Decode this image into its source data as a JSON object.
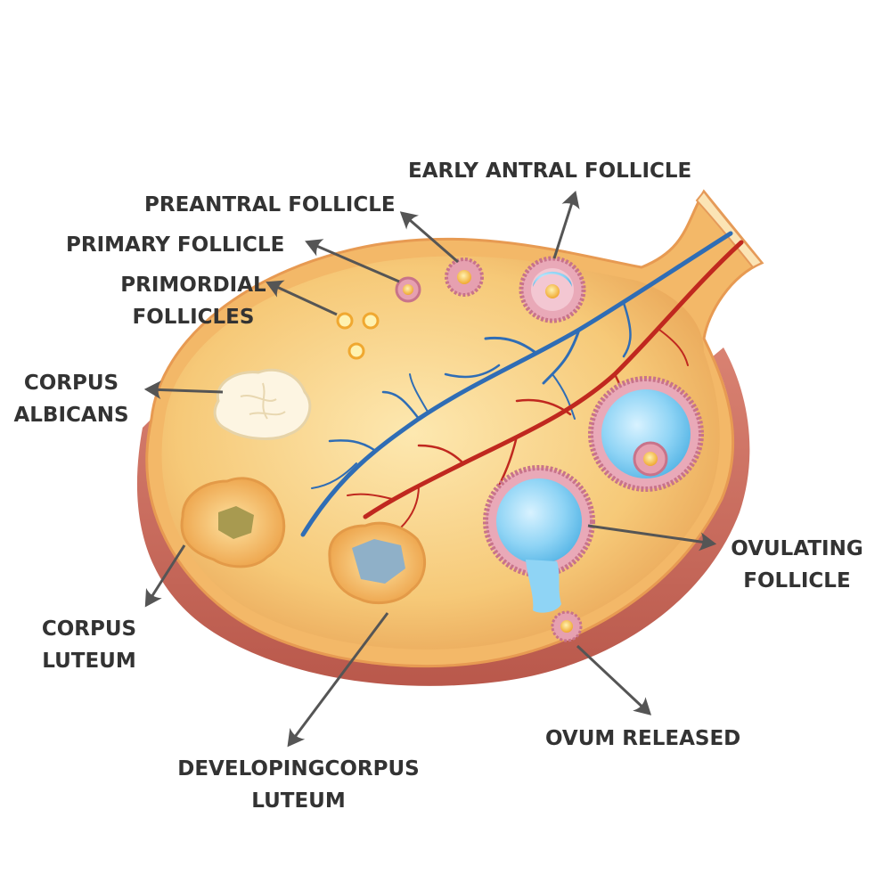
{
  "labels": {
    "early_antral": "EARLY ANTRAL FOLLICLE",
    "preantral": "PREANTRAL FOLLICLE",
    "primary": "PRIMARY FOLLICLE",
    "primordial_1": "PRIMORDIAL",
    "primordial_2": "FOLLICLES",
    "albicans_1": "CORPUS",
    "albicans_2": "ALBICANS",
    "ovulating_1": "OVULATING",
    "ovulating_2": "FOLLICLE",
    "luteum_1": "CORPUS",
    "luteum_2": "LUTEUM",
    "developing_1": "DEVELOPINGCORPUS",
    "developing_2": "LUTEUM",
    "ovum": "OVUM RELEASED"
  },
  "colors": {
    "label_text": "#333333",
    "arrow": "#555555",
    "ovary_fill": "#f6c978",
    "ovary_rim": "#c96a5a",
    "vein": "#2f6db5",
    "artery": "#c0281f",
    "fluid": "#8fd4f5",
    "granulosa": "#c8738a"
  }
}
